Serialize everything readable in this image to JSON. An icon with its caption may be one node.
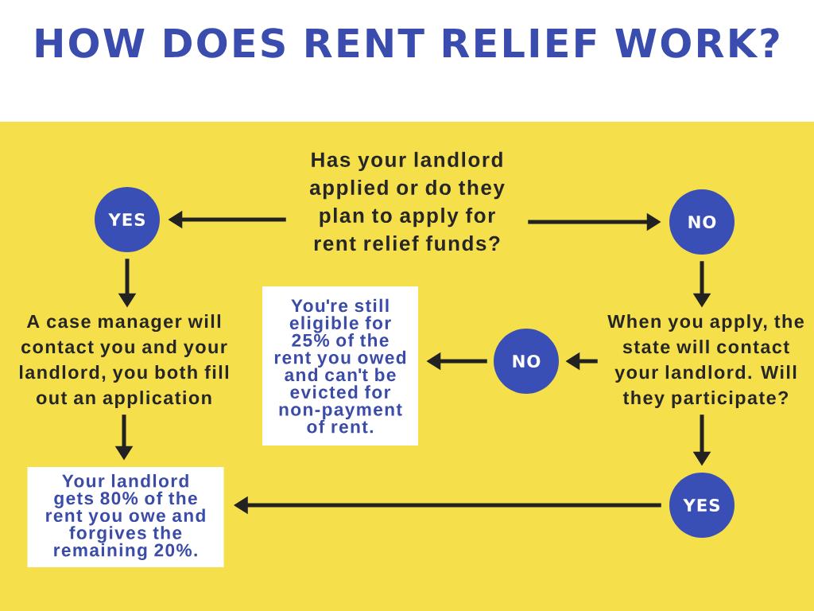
{
  "diagram": {
    "title": "HOW DOES RENT RELIEF WORK?",
    "nodes": [
      {
        "text": [
          "Has your landlord applied or do they plan to apply for rent relief funds?"
        ]
      },
      {
        "text": [
          "YES"
        ]
      },
      {
        "text": [
          "NO"
        ]
      },
      {
        "text": [
          "A case manager will contact you and your landlord, you both fill out an application"
        ]
      },
      {
        "text": [
          "You're still eligible for 25% of the rent you owed and can't be evicted for non-payment of rent."
        ]
      },
      {
        "text": [
          "NO"
        ]
      },
      {
        "text": [
          "When you apply, the state will contact your landlord. Will they participate?"
        ]
      },
      {
        "text": [
          "YES"
        ]
      },
      {
        "text": [
          "Your landlord gets 80% of the rent you owe and forgives the remaining 20%."
        ]
      }
    ],
    "edges": [
      {
        "from": 0,
        "to": 1,
        "arrow": "to"
      },
      {
        "from": 0,
        "to": 2,
        "arrow": "to"
      },
      {
        "from": 1,
        "to": 3,
        "arrow": "to"
      },
      {
        "from": 2,
        "to": 6,
        "arrow": "to"
      },
      {
        "from": 6,
        "to": 5,
        "arrow": "to"
      },
      {
        "from": 5,
        "to": 4,
        "arrow": "to"
      },
      {
        "from": 3,
        "to": 8,
        "arrow": "to"
      },
      {
        "from": 6,
        "to": 7,
        "arrow": "to"
      },
      {
        "from": 7,
        "to": 8,
        "arrow": "to"
      }
    ]
  }
}
